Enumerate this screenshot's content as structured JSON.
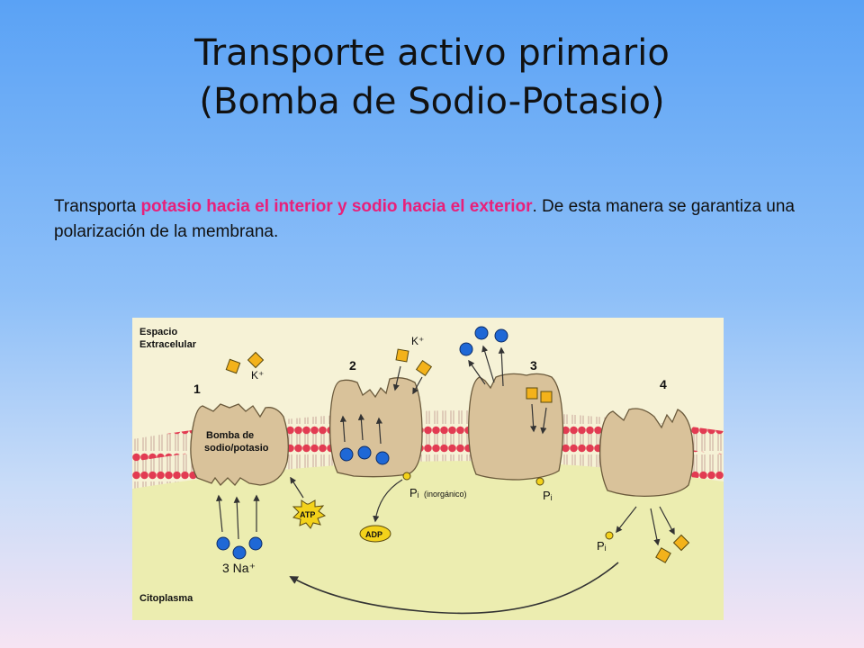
{
  "slide": {
    "title_line1": "Transporte activo primario",
    "title_line2": "(Bomba de Sodio-Potasio)",
    "text_before": "Transporta ",
    "text_highlight": "potasio hacia el interior y sodio hacia el exterior",
    "text_after": ". De esta manera se garantiza una polarización de la membrana."
  },
  "diagram": {
    "extracellular_line1": "Espacio",
    "extracellular_line2": "Extracelular",
    "cytoplasm": "Citoplasma",
    "pump_label_line1": "Bomba de",
    "pump_label_line2": "sodio/potasio",
    "step1": "1",
    "step2": "2",
    "step3": "3",
    "step4": "4",
    "k_label_a": "K⁺",
    "k_label_b": "K⁺",
    "na_label": "3 Na⁺",
    "atp": "ATP",
    "adp": "ADP",
    "pi_inorganic_symbol": "Pᵢ",
    "pi_inorganic_note": "(inorgánico)",
    "pi_b": "Pᵢ",
    "pi_c": "Pᵢ",
    "colors": {
      "background": "#f6f2d6",
      "cytoplasm": "#ecedb0",
      "lipid_head": "#e23b52",
      "protein": "#d9c29a",
      "sodium": "#1f68d6",
      "potassium": "#f3b21b",
      "highlight": "#e8207a"
    }
  }
}
